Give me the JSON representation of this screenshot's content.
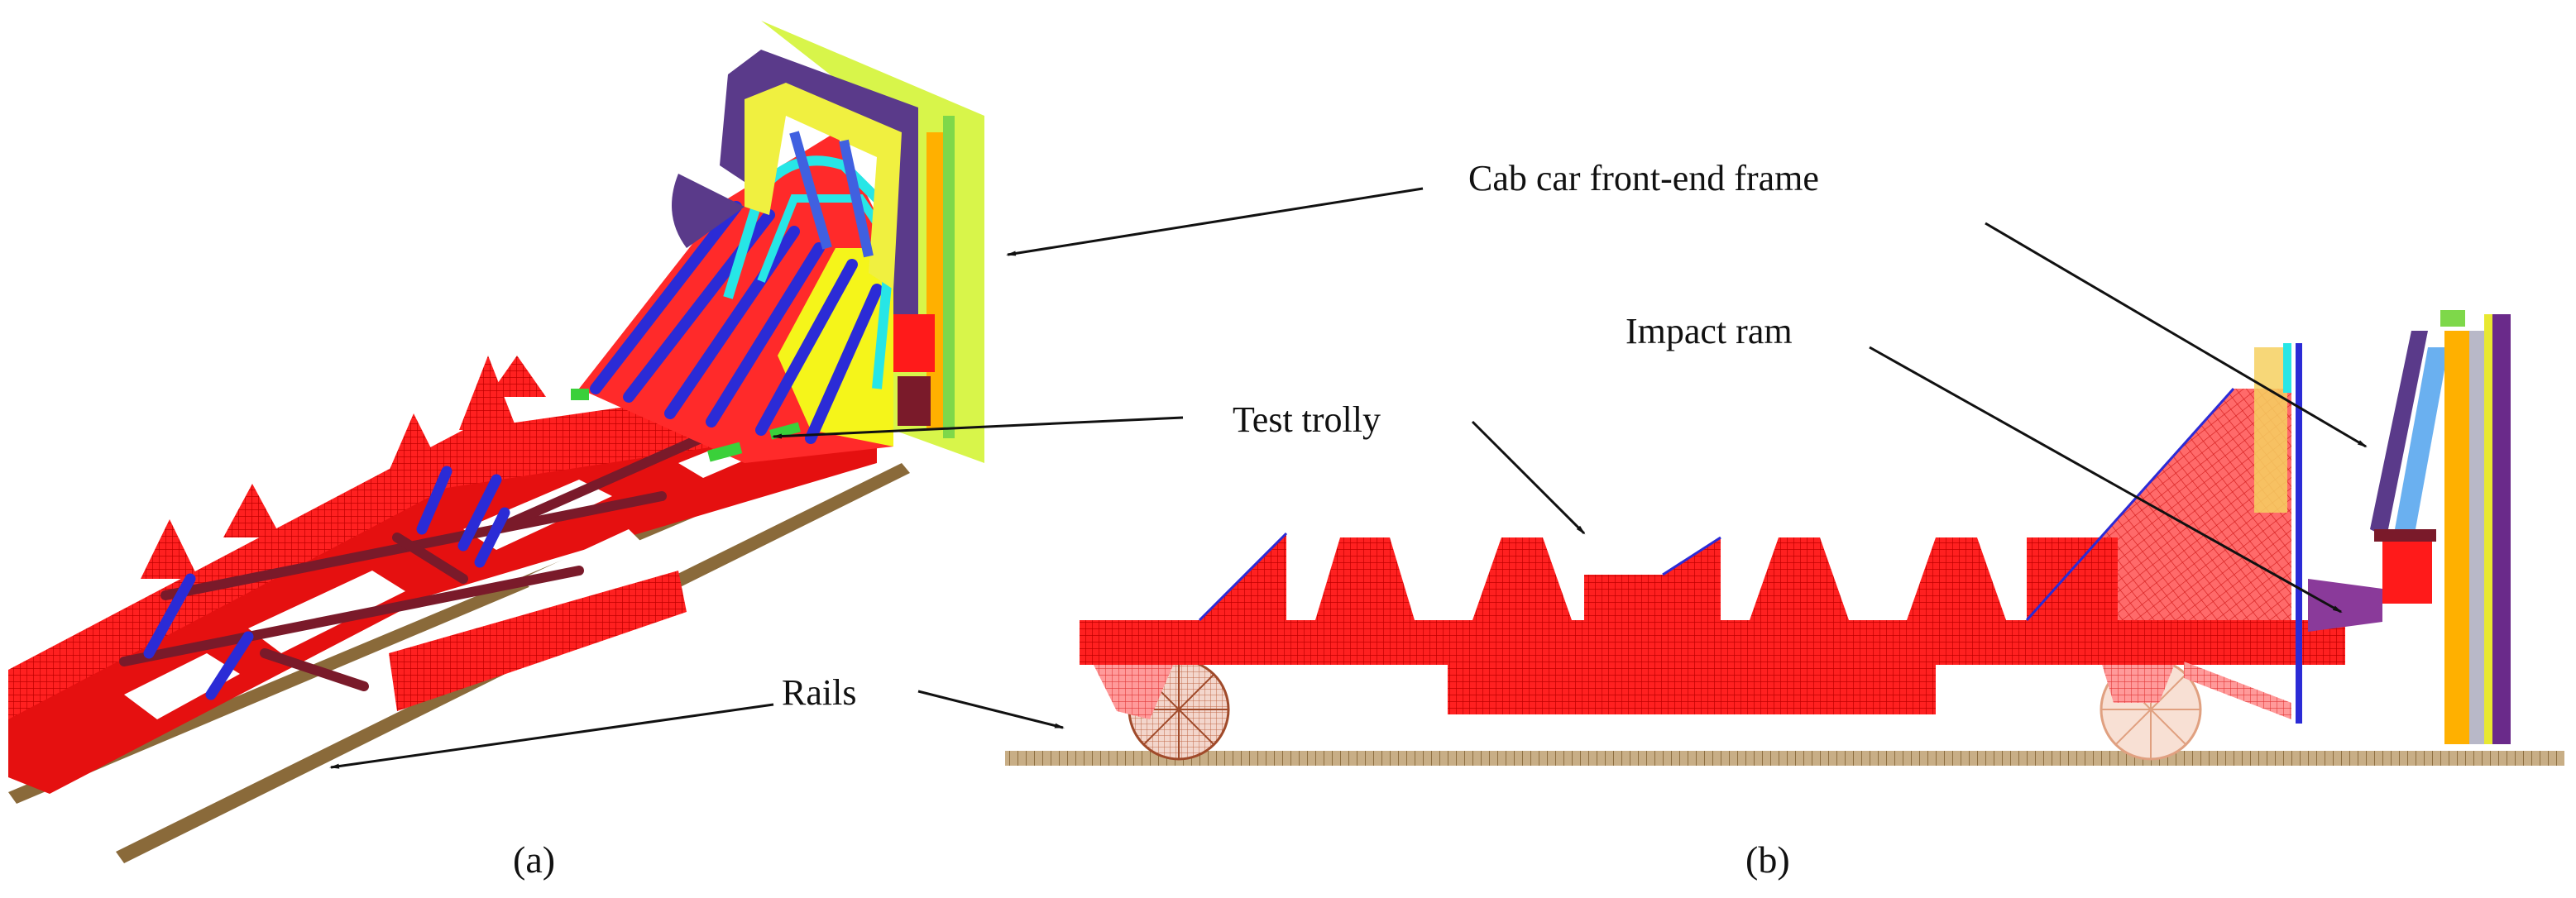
{
  "figure": {
    "annotations": {
      "cab_front_end_frame": "Cab car front-end frame",
      "impact_ram": "Impact ram",
      "test_trolly": "Test trolly",
      "rails": "Rails"
    },
    "panel_a_caption": "(a)",
    "panel_b_caption": "(b)"
  },
  "colors": {
    "frame_red": "#ff1a1a",
    "mesh_red": "#d60000",
    "brace_blue": "#2b2bd6",
    "frame_yellow": "#f5f51a",
    "frame_cyan": "#27e6e6",
    "frame_orange": "#ffb000",
    "frame_purple": "#5a3a8a",
    "rail_brown": "#8a6a3a",
    "crossbar_maroon": "#7a1a2a",
    "green_plate": "#3ad03a"
  }
}
